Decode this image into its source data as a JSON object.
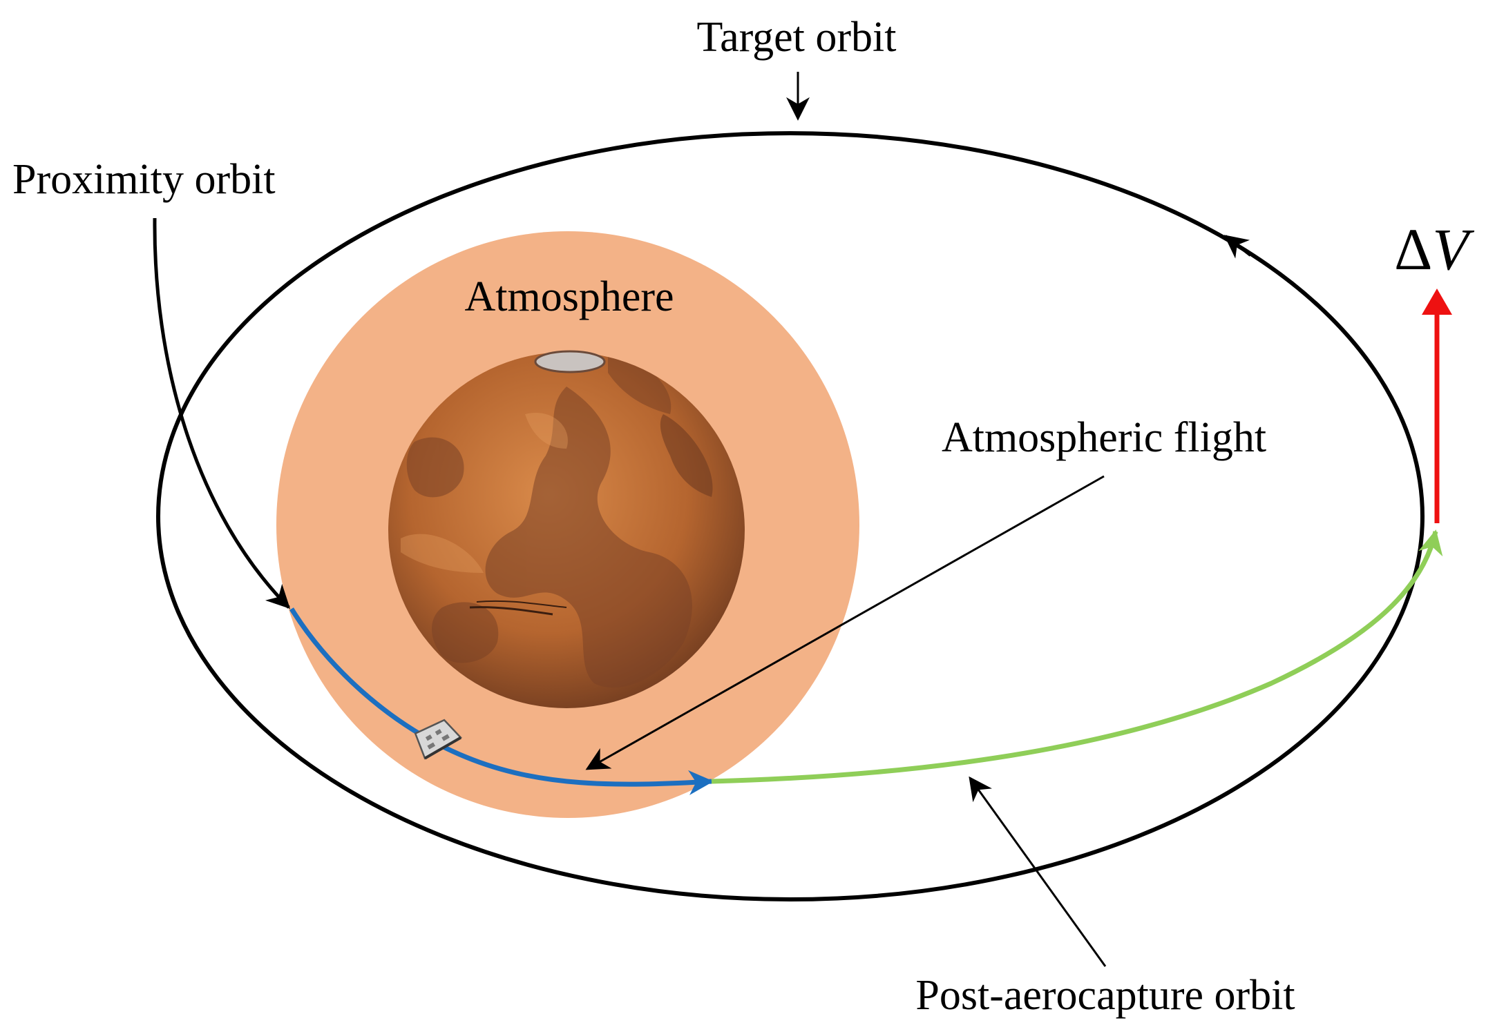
{
  "labels": {
    "target_orbit": "Target orbit",
    "proximity_orbit": "Proximity orbit",
    "atmosphere": "Atmosphere",
    "atmospheric_flight": "Atmospheric flight",
    "post_aerocapture_orbit": "Post-aerocapture orbit",
    "delta_v_symbol": "Δ",
    "delta_v_var": "V"
  },
  "colors": {
    "orbit": "#000000",
    "atmosphere": "#f3b287",
    "planet": "#c8733a",
    "planet_dark": "#8e5233",
    "atmospheric_flight_path": "#1c6fc0",
    "post_aerocapture_path": "#8fce58",
    "delta_v_arrow": "#ee1111"
  }
}
